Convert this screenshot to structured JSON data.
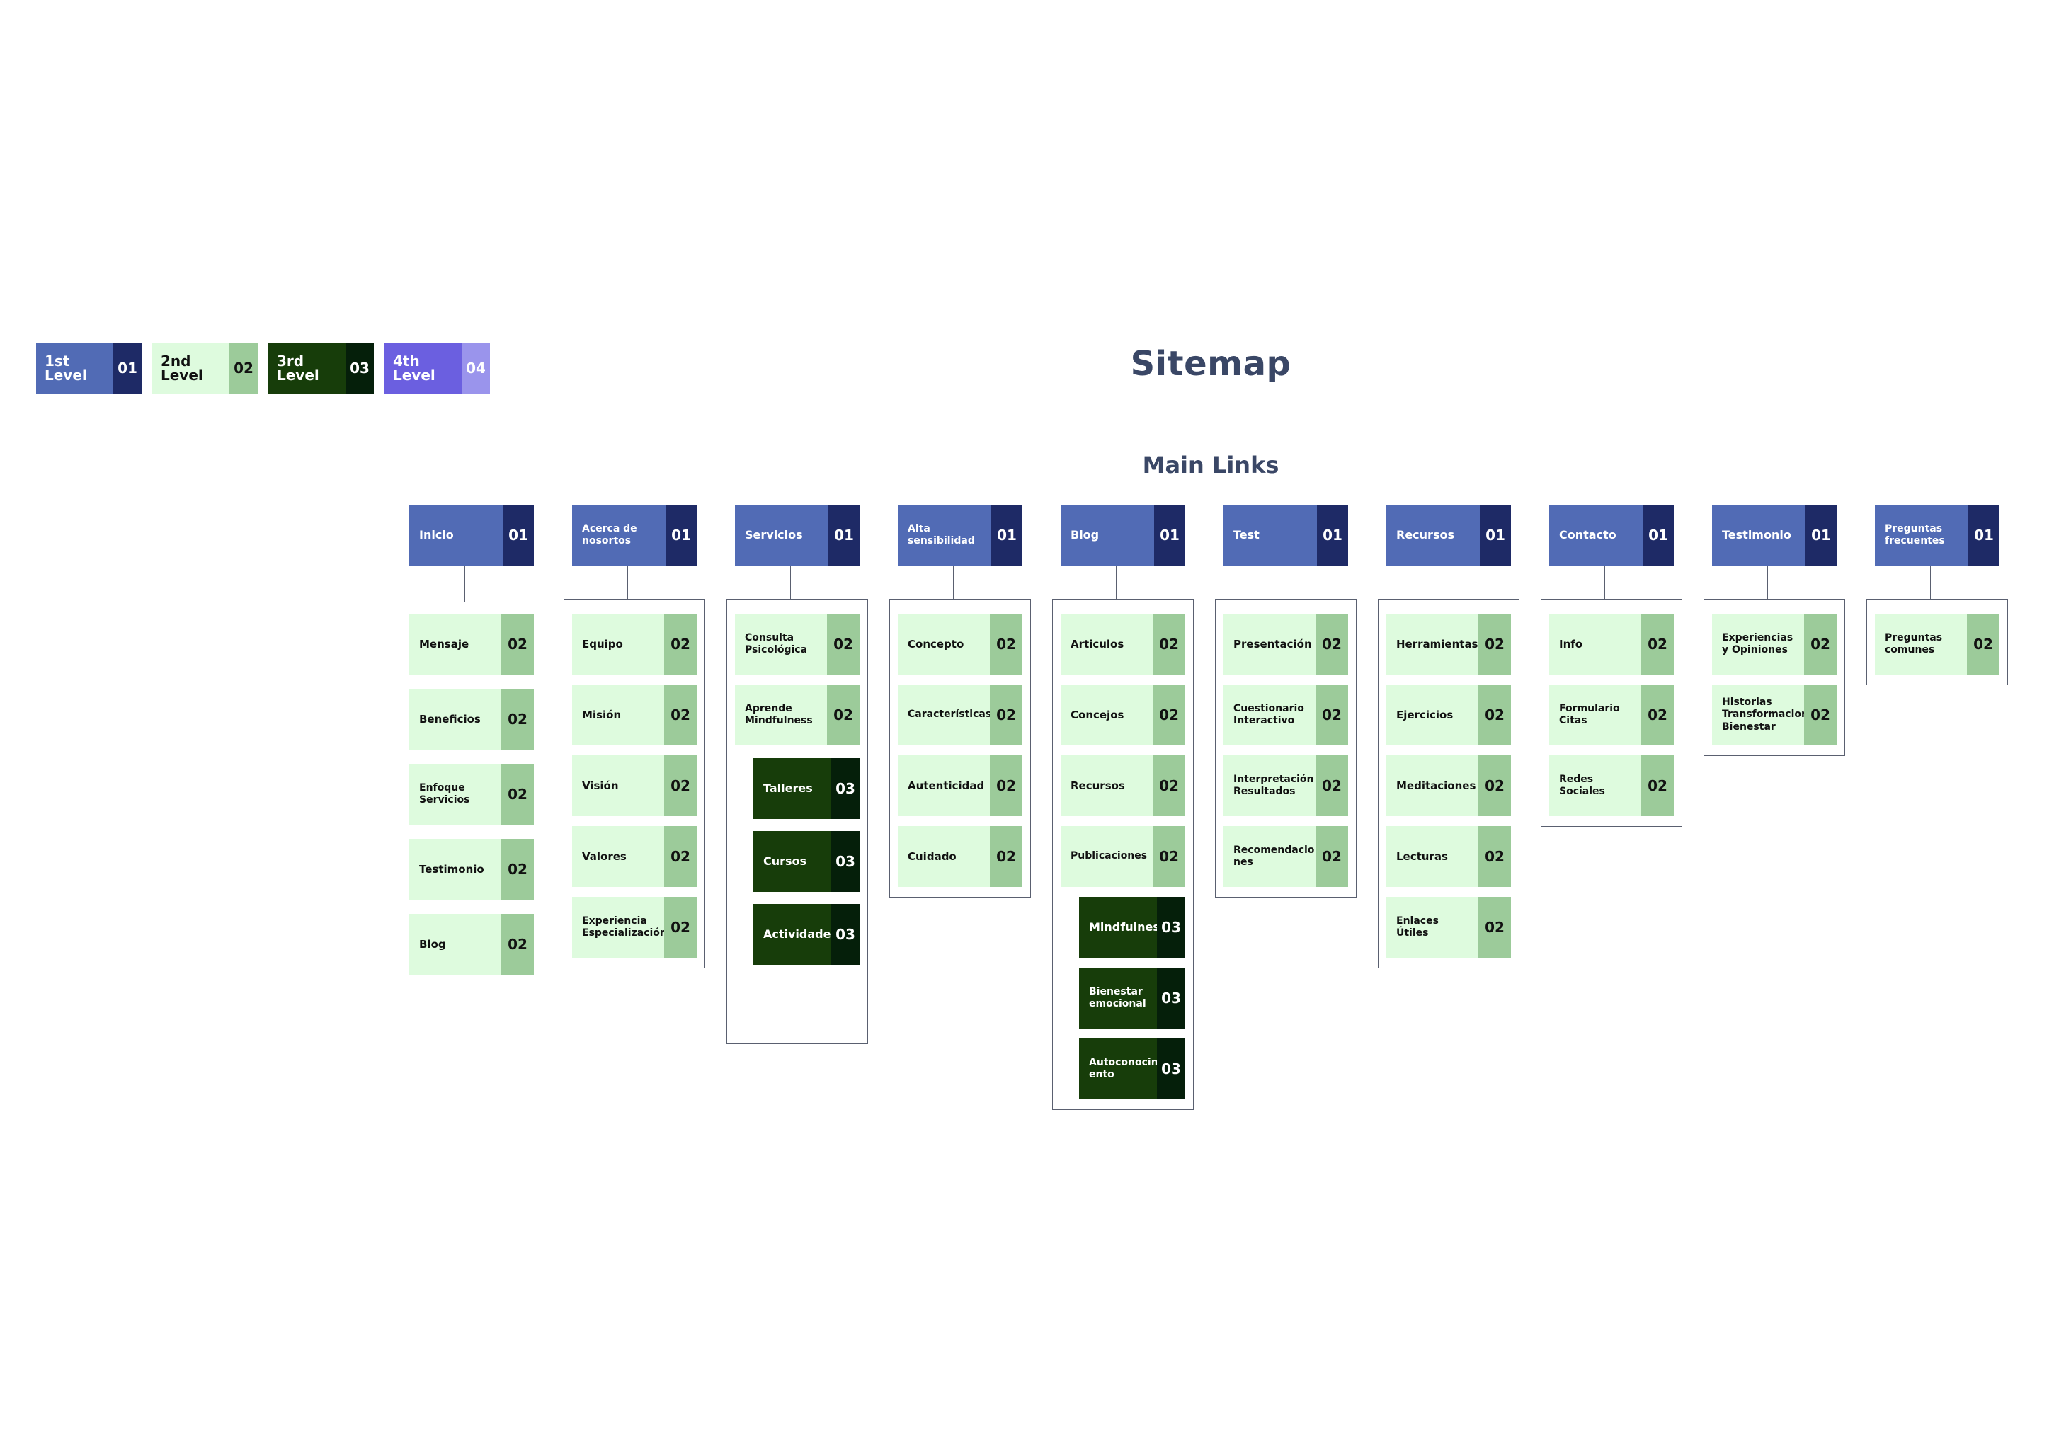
{
  "title": "Sitemap",
  "subtitle": "Main Links",
  "colors": {
    "level1": "#516bb5",
    "level1_num": "#1e2a66",
    "level2": "#defbde",
    "level2_num": "#9ccb9a",
    "level3": "#173d0a",
    "level3_num": "#051f0a",
    "level4": "#6b5fe0",
    "level4_num": "#9a94ec",
    "text_dark": "#3a4766"
  },
  "legend": [
    {
      "label": "1st Level",
      "num": "01",
      "level": 1
    },
    {
      "label": "2nd Level",
      "num": "02",
      "level": 2
    },
    {
      "label": "3rd Level",
      "num": "03",
      "level": 3
    },
    {
      "label": "4th Level",
      "num": "04",
      "level": 4
    }
  ],
  "columns": [
    {
      "label": "Inicio",
      "num": "01",
      "children": [
        {
          "label": "Mensaje",
          "num": "02",
          "level": 2
        },
        {
          "label": "Beneficios",
          "num": "02",
          "level": 2
        },
        {
          "label": "Enfoque Servicios",
          "num": "02",
          "level": 2
        },
        {
          "label": "Testimonio",
          "num": "02",
          "level": 2
        },
        {
          "label": "Blog",
          "num": "02",
          "level": 2
        }
      ]
    },
    {
      "label": "Acerca de nosortos",
      "num": "01",
      "children": [
        {
          "label": "Equipo",
          "num": "02",
          "level": 2
        },
        {
          "label": "Misión",
          "num": "02",
          "level": 2
        },
        {
          "label": "Visión",
          "num": "02",
          "level": 2
        },
        {
          "label": "Valores",
          "num": "02",
          "level": 2
        },
        {
          "label": "Experiencia Especialización",
          "num": "02",
          "level": 2
        }
      ]
    },
    {
      "label": "Servicios",
      "num": "01",
      "children": [
        {
          "label": "Consulta Psicológica",
          "num": "02",
          "level": 2
        },
        {
          "label": "Aprende Mindfulness",
          "num": "02",
          "level": 2
        },
        {
          "label": "Talleres",
          "num": "03",
          "level": 3
        },
        {
          "label": "Cursos",
          "num": "03",
          "level": 3
        },
        {
          "label": "Actividades",
          "num": "03",
          "level": 3
        }
      ]
    },
    {
      "label": "Alta sensibilidad",
      "num": "01",
      "children": [
        {
          "label": "Concepto",
          "num": "02",
          "level": 2
        },
        {
          "label": "Características",
          "num": "02",
          "level": 2
        },
        {
          "label": "Autenticidad",
          "num": "02",
          "level": 2
        },
        {
          "label": "Cuidado",
          "num": "02",
          "level": 2
        }
      ]
    },
    {
      "label": "Blog",
      "num": "01",
      "children": [
        {
          "label": "Articulos",
          "num": "02",
          "level": 2
        },
        {
          "label": "Concejos",
          "num": "02",
          "level": 2
        },
        {
          "label": "Recursos",
          "num": "02",
          "level": 2
        },
        {
          "label": "Publicaciones",
          "num": "02",
          "level": 2
        },
        {
          "label": "Mindfulness",
          "num": "03",
          "level": 3
        },
        {
          "label": "Bienestar emocional",
          "num": "03",
          "level": 3
        },
        {
          "label": "Autoconocimi ento",
          "num": "03",
          "level": 3
        }
      ]
    },
    {
      "label": "Test",
      "num": "01",
      "children": [
        {
          "label": "Presentación",
          "num": "02",
          "level": 2
        },
        {
          "label": "Cuestionario Interactivo",
          "num": "02",
          "level": 2
        },
        {
          "label": "Interpretación Resultados",
          "num": "02",
          "level": 2
        },
        {
          "label": "Recomendacio nes",
          "num": "02",
          "level": 2
        }
      ]
    },
    {
      "label": "Recursos",
      "num": "01",
      "children": [
        {
          "label": "Herramientas",
          "num": "02",
          "level": 2
        },
        {
          "label": "Ejercicios",
          "num": "02",
          "level": 2
        },
        {
          "label": "Meditaciones",
          "num": "02",
          "level": 2
        },
        {
          "label": "Lecturas",
          "num": "02",
          "level": 2
        },
        {
          "label": "Enlaces Útiles",
          "num": "02",
          "level": 2
        }
      ]
    },
    {
      "label": "Contacto",
      "num": "01",
      "children": [
        {
          "label": "Info",
          "num": "02",
          "level": 2
        },
        {
          "label": "Formulario Citas",
          "num": "02",
          "level": 2
        },
        {
          "label": "Redes Sociales",
          "num": "02",
          "level": 2
        }
      ]
    },
    {
      "label": "Testimonio",
      "num": "01",
      "children": [
        {
          "label": "Experiencias y Opiniones",
          "num": "02",
          "level": 2
        },
        {
          "label": "Historias Transformacion Bienestar",
          "num": "02",
          "level": 2
        }
      ]
    },
    {
      "label": "Preguntas frecuentes",
      "num": "01",
      "children": [
        {
          "label": "Preguntas comunes",
          "num": "02",
          "level": 2
        }
      ]
    }
  ]
}
